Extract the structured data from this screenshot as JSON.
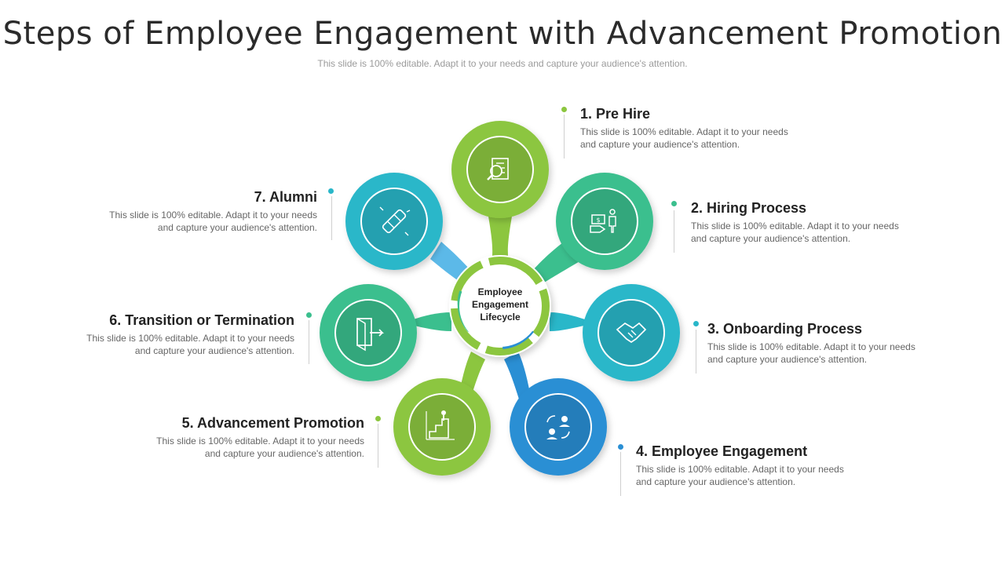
{
  "title": "Steps of Employee Engagement with Advancement Promotion",
  "subtitle": "This slide is 100% editable. Adapt it to your needs and capture your audience's attention.",
  "center": {
    "line1": "Employee",
    "line2": "Engagement",
    "line3": "Lifecycle"
  },
  "steps": [
    {
      "title": "1. Pre Hire",
      "desc": "This slide is 100% editable. Adapt it to your needs and capture your audience's attention.",
      "color": "#8cc63f",
      "icon": "search-document-icon"
    },
    {
      "title": "2. Hiring Process",
      "desc": "This slide is 100% editable. Adapt it to your needs and capture your audience's attention.",
      "color": "#3bbf8e",
      "icon": "money-hand-person-icon"
    },
    {
      "title": "3. Onboarding Process",
      "desc": "This slide is 100% editable. Adapt it to your needs and capture your audience's attention.",
      "color": "#29b7c9",
      "icon": "handshake-icon"
    },
    {
      "title": "4. Employee Engagement",
      "desc": "This slide is 100% editable. Adapt it to your needs and capture your audience's attention.",
      "color": "#2a8fd4",
      "icon": "people-exchange-icon"
    },
    {
      "title": "5. Advancement Promotion",
      "desc": "This slide is 100% editable. Adapt it to your needs and capture your audience's attention.",
      "color": "#8cc63f",
      "icon": "person-climbing-stairs-icon"
    },
    {
      "title": "6. Transition or Termination",
      "desc": "This slide is 100% editable. Adapt it to your needs and capture your audience's attention.",
      "color": "#3bbf8e",
      "icon": "exit-door-icon"
    },
    {
      "title": "7. Alumni",
      "desc": "This slide is 100% editable. Adapt it to your needs and capture your audience's attention.",
      "color": "#29b7c9",
      "icon": "diploma-scroll-icon"
    }
  ]
}
